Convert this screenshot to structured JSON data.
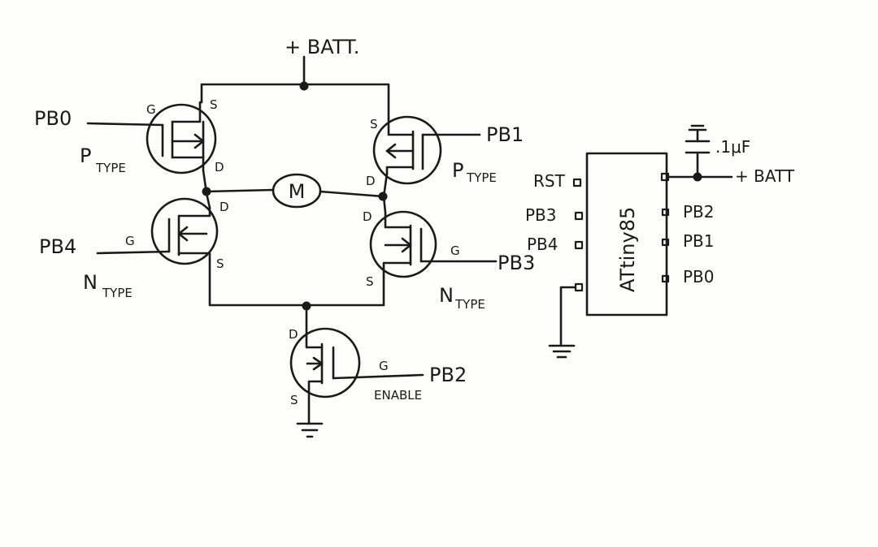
{
  "supply_top": "+ BATT.",
  "supply_right": "+ BATT",
  "motor": "M",
  "q1": {
    "gate_net": "PB0",
    "type_p": "P",
    "type_s": "TYPE",
    "g": "G",
    "s": "S",
    "d": "D"
  },
  "q2": {
    "gate_net": "PB1",
    "type_p": "P",
    "type_s": "TYPE",
    "s": "S",
    "d": "D"
  },
  "q3": {
    "gate_net": "PB4",
    "type_p": "N",
    "type_s": "TYPE",
    "g": "G",
    "s": "S",
    "d": "D"
  },
  "q4": {
    "gate_net": "PB3",
    "type_p": "N",
    "type_s": "TYPE",
    "g": "G",
    "s": "S",
    "d": "D"
  },
  "q5": {
    "gate_net": "PB2",
    "caption": "ENABLE",
    "g": "G",
    "s": "S",
    "d": "D"
  },
  "chip": {
    "name": "ATtiny85",
    "left_pins": [
      "RST",
      "PB3",
      "PB4"
    ],
    "right_pins": [
      "PB2",
      "PB1",
      "PB0"
    ],
    "capacitor": ".1μF"
  }
}
